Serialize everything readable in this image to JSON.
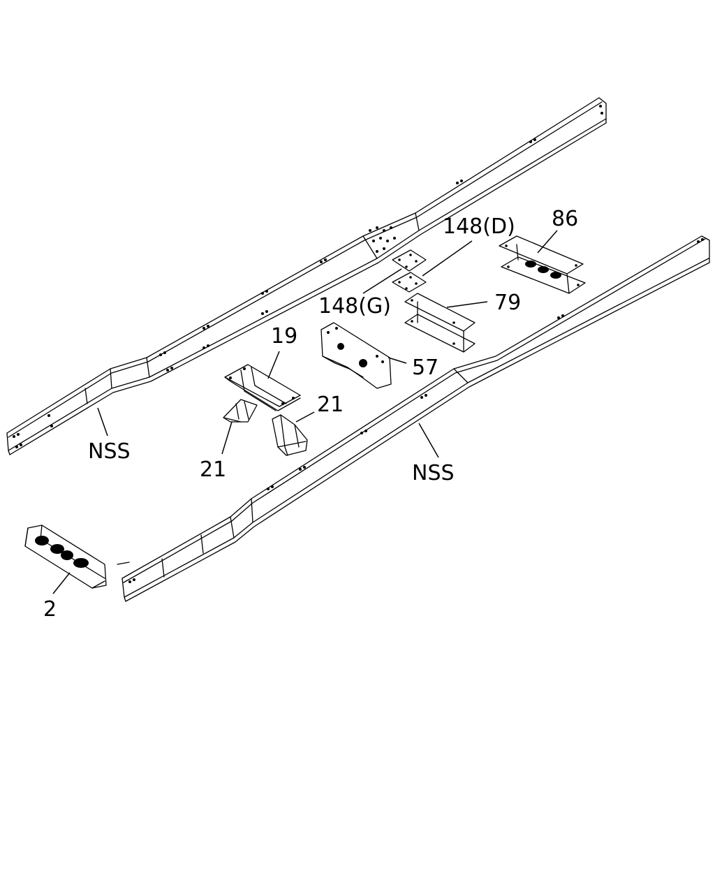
{
  "callouts": {
    "nss_left": "NSS",
    "nss_right": "NSS",
    "p2": "2",
    "p19": "19",
    "p21_a": "21",
    "p21_b": "21",
    "p57": "57",
    "p79": "79",
    "p86": "86",
    "p148d": "148(D)",
    "p148g": "148(G)"
  }
}
